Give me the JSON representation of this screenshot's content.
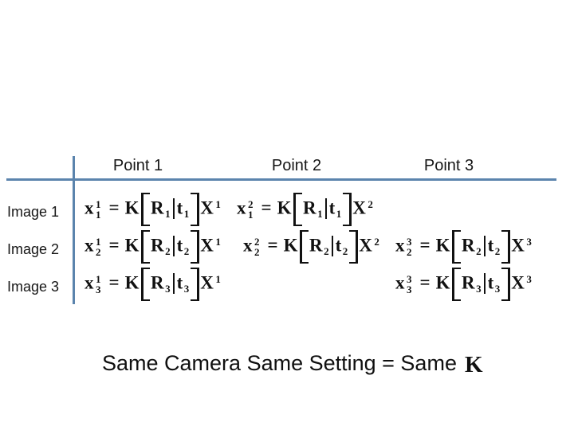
{
  "table": {
    "headers": [
      "Point 1",
      "Point 2",
      "Point 3"
    ],
    "rows": [
      {
        "label": "Image 1",
        "cells": [
          {
            "sub": "1",
            "sup": "1"
          },
          {
            "sub": "1",
            "sup": "2"
          },
          null
        ]
      },
      {
        "label": "Image 2",
        "cells": [
          {
            "sub": "2",
            "sup": "1"
          },
          {
            "sub": "2",
            "sup": "2"
          },
          {
            "sub": "2",
            "sup": "3"
          }
        ]
      },
      {
        "label": "Image 3",
        "cells": [
          {
            "sub": "3",
            "sup": "1"
          },
          null,
          {
            "sub": "3",
            "sup": "3"
          }
        ]
      }
    ]
  },
  "formula": {
    "image_point": "x",
    "equals": "=",
    "intrinsics": "K",
    "rotation": "R",
    "translation": "t",
    "world_point": "X",
    "pattern": "x^point_image = K [ R_image | t_image ] X^point"
  },
  "caption": {
    "text": "Same Camera Same Setting = Same",
    "k": "K"
  },
  "colors": {
    "divider_blue": "#5b84ad",
    "text": "#111111",
    "background": "#ffffff"
  }
}
